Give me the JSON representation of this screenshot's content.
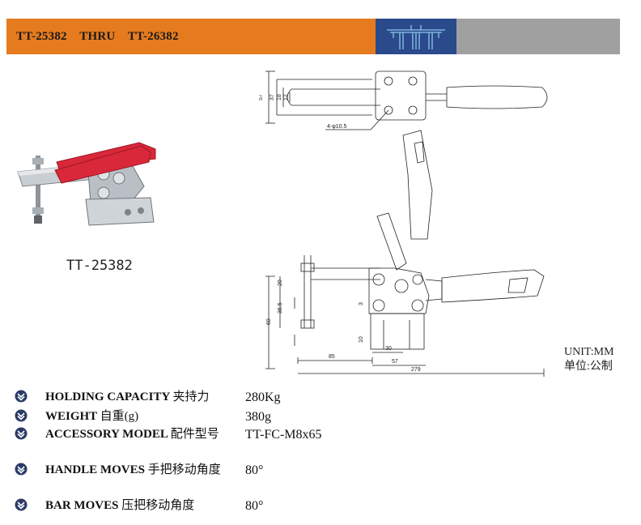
{
  "header": {
    "title": "TT-25382    THRU    TT-26382",
    "logo": "tt-logo-icon",
    "colors": {
      "orange": "#e57b1e",
      "logo_bg": "#2a4a8c",
      "grey": "#a0a0a0"
    }
  },
  "product": {
    "model_label": "TT-25382",
    "handle_color": "#d9283a"
  },
  "drawing": {
    "top_dims": [
      "57",
      "37",
      "18",
      "12"
    ],
    "hole_note": "4-φ10.5",
    "side_dims": {
      "v_top": "20",
      "v_mid": "36.5",
      "v_total": "60",
      "small_3": "3",
      "small_10": "10",
      "h_85": "85",
      "h_30": "30",
      "h_57": "57",
      "h_279": "279"
    }
  },
  "unit": {
    "line1": "UNIT:MM",
    "line2": "单位:公制"
  },
  "specs": [
    {
      "label": "HOLDING CAPACITY",
      "label_cn": "夹持力",
      "value": "280Kg",
      "icon": "chevron-down-icon"
    },
    {
      "label": "WEIGHT",
      "label_cn": "自重(g)",
      "value": "380g",
      "icon": "chevron-down-icon"
    },
    {
      "label": "ACCESSORY MODEL",
      "label_cn": "配件型号",
      "value": "TT-FC-M8x65",
      "icon": "chevron-down-icon"
    },
    {
      "label": "HANDLE MOVES",
      "label_cn": "手把移动角度",
      "value": "80°",
      "icon": "chevron-down-icon"
    },
    {
      "label": "BAR MOVES",
      "label_cn": "压把移动角度",
      "value": "80°",
      "icon": "chevron-down-icon"
    }
  ]
}
